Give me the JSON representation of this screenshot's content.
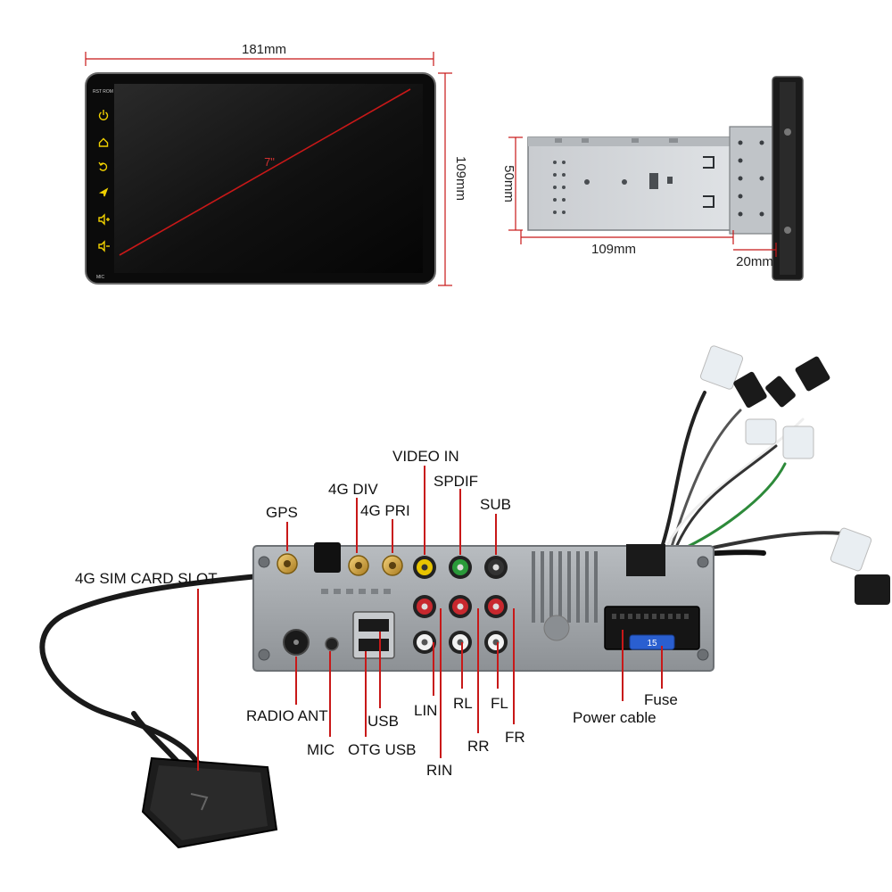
{
  "dimensions": {
    "width": "181mm",
    "height": "109mm",
    "depth": "109mm",
    "body_height": "50mm",
    "front_depth": "20mm",
    "screen_size": "7\""
  },
  "screen": {
    "top_text": "RST ROM",
    "bottom_text": "MIC",
    "side_icons": [
      "power-icon",
      "home-icon",
      "back-icon",
      "navigation-icon",
      "volume-up-icon",
      "volume-down-icon"
    ]
  },
  "fuse_value": "15",
  "labels": {
    "video_in": "VIDEO IN",
    "spdif": "SPDIF",
    "sub": "SUB",
    "four_g_div": "4G DIV",
    "four_g_pri": "4G PRI",
    "gps": "GPS",
    "sim_slot": "4G SIM CARD SLOT",
    "radio_ant": "RADIO ANT",
    "mic": "MIC",
    "usb": "USB",
    "otg_usb": "OTG USB",
    "lin": "LIN",
    "rin": "RIN",
    "rl": "RL",
    "rr": "RR",
    "fl": "FL",
    "fr": "FR",
    "fuse": "Fuse",
    "power_cable": "Power cable"
  },
  "colors": {
    "red_line": "#c81818",
    "accent_yellow": "#f0d000",
    "rca_yellow": "#e8c400",
    "rca_green": "#2a9a3a",
    "rca_red": "#c8282e",
    "rca_white": "#f2f2f2",
    "fuse_blue": "#2a5fd0"
  }
}
